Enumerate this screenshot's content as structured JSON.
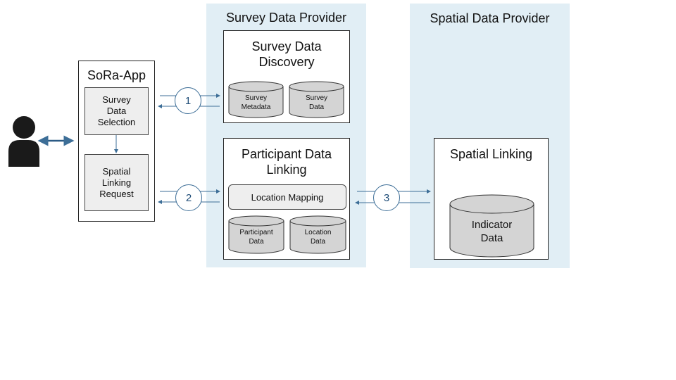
{
  "regions": {
    "survey_provider": "Survey Data Provider",
    "spatial_provider": "Spatial Data Provider"
  },
  "sora_app": {
    "title": "SoRa-App",
    "survey_selection": "Survey\nData\nSelection",
    "spatial_request": "Spatial\nLinking\nRequest"
  },
  "survey_discovery": {
    "title": "Survey Data\nDiscovery",
    "metadata": "Survey\nMetadata",
    "data": "Survey\nData"
  },
  "participant_linking": {
    "title": "Participant Data\nLinking",
    "location_mapping": "Location Mapping",
    "participant_data": "Participant\nData",
    "location_data": "Location\nData"
  },
  "spatial_linking": {
    "title": "Spatial Linking",
    "indicator_data": "Indicator\nData"
  },
  "steps": [
    "1",
    "2",
    "3"
  ],
  "colors": {
    "region_bg": "#e1eef5",
    "arrow": "#3d6e97",
    "cylinder_fill": "#d4d4d4"
  }
}
